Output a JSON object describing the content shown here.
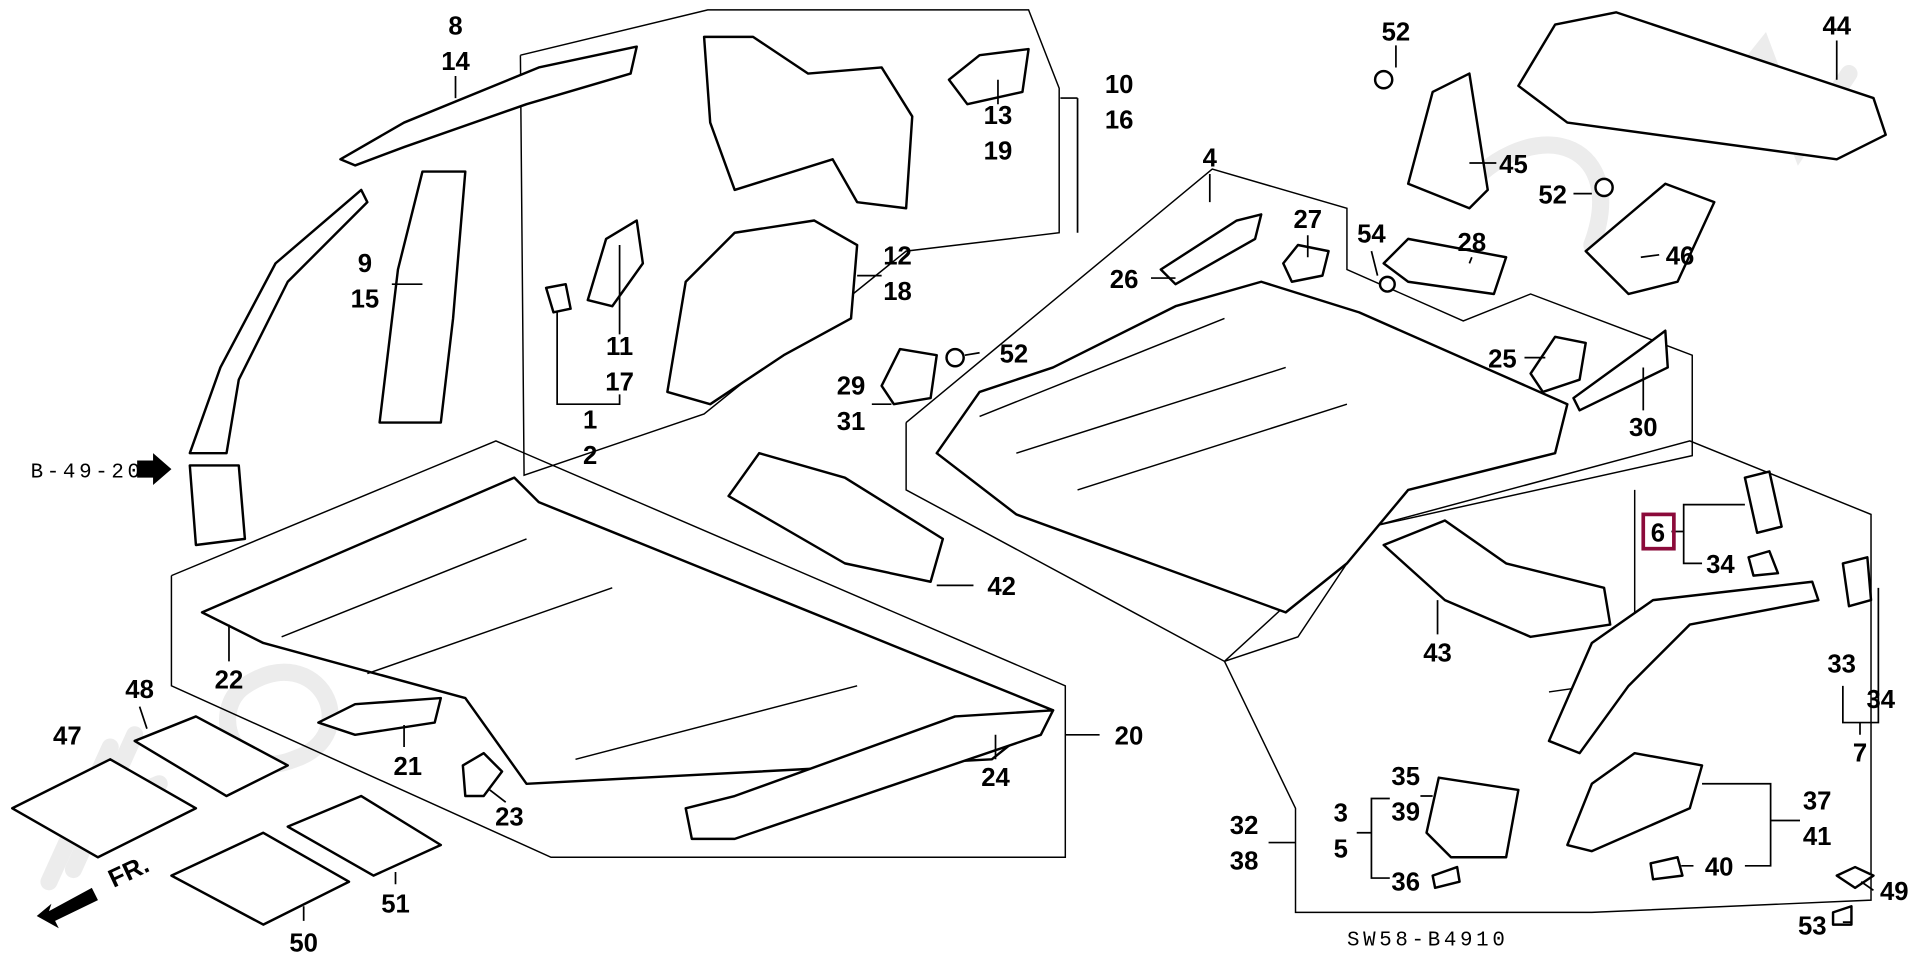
{
  "diagram": {
    "code": "SW58-B4910",
    "reference": "B-49-20",
    "front_marker": "FR.",
    "watermark": "HondaCarMall",
    "highlight_color": "#8b0a3a",
    "highlighted_part": "6",
    "callouts": [
      {
        "id": "c8",
        "text": "8"
      },
      {
        "id": "c14",
        "text": "14"
      },
      {
        "id": "c9",
        "text": "9"
      },
      {
        "id": "c15",
        "text": "15"
      },
      {
        "id": "c10",
        "text": "10"
      },
      {
        "id": "c16",
        "text": "16"
      },
      {
        "id": "c13",
        "text": "13"
      },
      {
        "id": "c19",
        "text": "19"
      },
      {
        "id": "c12",
        "text": "12"
      },
      {
        "id": "c18",
        "text": "18"
      },
      {
        "id": "c11",
        "text": "11"
      },
      {
        "id": "c17",
        "text": "17"
      },
      {
        "id": "c1",
        "text": "1"
      },
      {
        "id": "c2",
        "text": "2"
      },
      {
        "id": "c52a",
        "text": "52"
      },
      {
        "id": "c44",
        "text": "44"
      },
      {
        "id": "c45",
        "text": "45"
      },
      {
        "id": "c52b",
        "text": "52"
      },
      {
        "id": "c4",
        "text": "4"
      },
      {
        "id": "c27",
        "text": "27"
      },
      {
        "id": "c26",
        "text": "26"
      },
      {
        "id": "c54",
        "text": "54"
      },
      {
        "id": "c28",
        "text": "28"
      },
      {
        "id": "c46",
        "text": "46"
      },
      {
        "id": "c52c",
        "text": "52"
      },
      {
        "id": "c29",
        "text": "29"
      },
      {
        "id": "c31",
        "text": "31"
      },
      {
        "id": "c25",
        "text": "25"
      },
      {
        "id": "c30",
        "text": "30"
      },
      {
        "id": "c6",
        "text": "6"
      },
      {
        "id": "c34a",
        "text": "34"
      },
      {
        "id": "c42",
        "text": "42"
      },
      {
        "id": "c43",
        "text": "43"
      },
      {
        "id": "c22",
        "text": "22"
      },
      {
        "id": "c33",
        "text": "33"
      },
      {
        "id": "c34b",
        "text": "34"
      },
      {
        "id": "c7",
        "text": "7"
      },
      {
        "id": "c48",
        "text": "48"
      },
      {
        "id": "c47",
        "text": "47"
      },
      {
        "id": "c21",
        "text": "21"
      },
      {
        "id": "c23",
        "text": "23"
      },
      {
        "id": "c24",
        "text": "24"
      },
      {
        "id": "c20",
        "text": "20"
      },
      {
        "id": "c32",
        "text": "32"
      },
      {
        "id": "c38",
        "text": "38"
      },
      {
        "id": "c35",
        "text": "35"
      },
      {
        "id": "c39",
        "text": "39"
      },
      {
        "id": "c3",
        "text": "3"
      },
      {
        "id": "c5",
        "text": "5"
      },
      {
        "id": "c36",
        "text": "36"
      },
      {
        "id": "c37",
        "text": "37"
      },
      {
        "id": "c41",
        "text": "41"
      },
      {
        "id": "c40",
        "text": "40"
      },
      {
        "id": "c49",
        "text": "49"
      },
      {
        "id": "c53",
        "text": "53"
      },
      {
        "id": "c51",
        "text": "51"
      },
      {
        "id": "c50",
        "text": "50"
      }
    ]
  }
}
